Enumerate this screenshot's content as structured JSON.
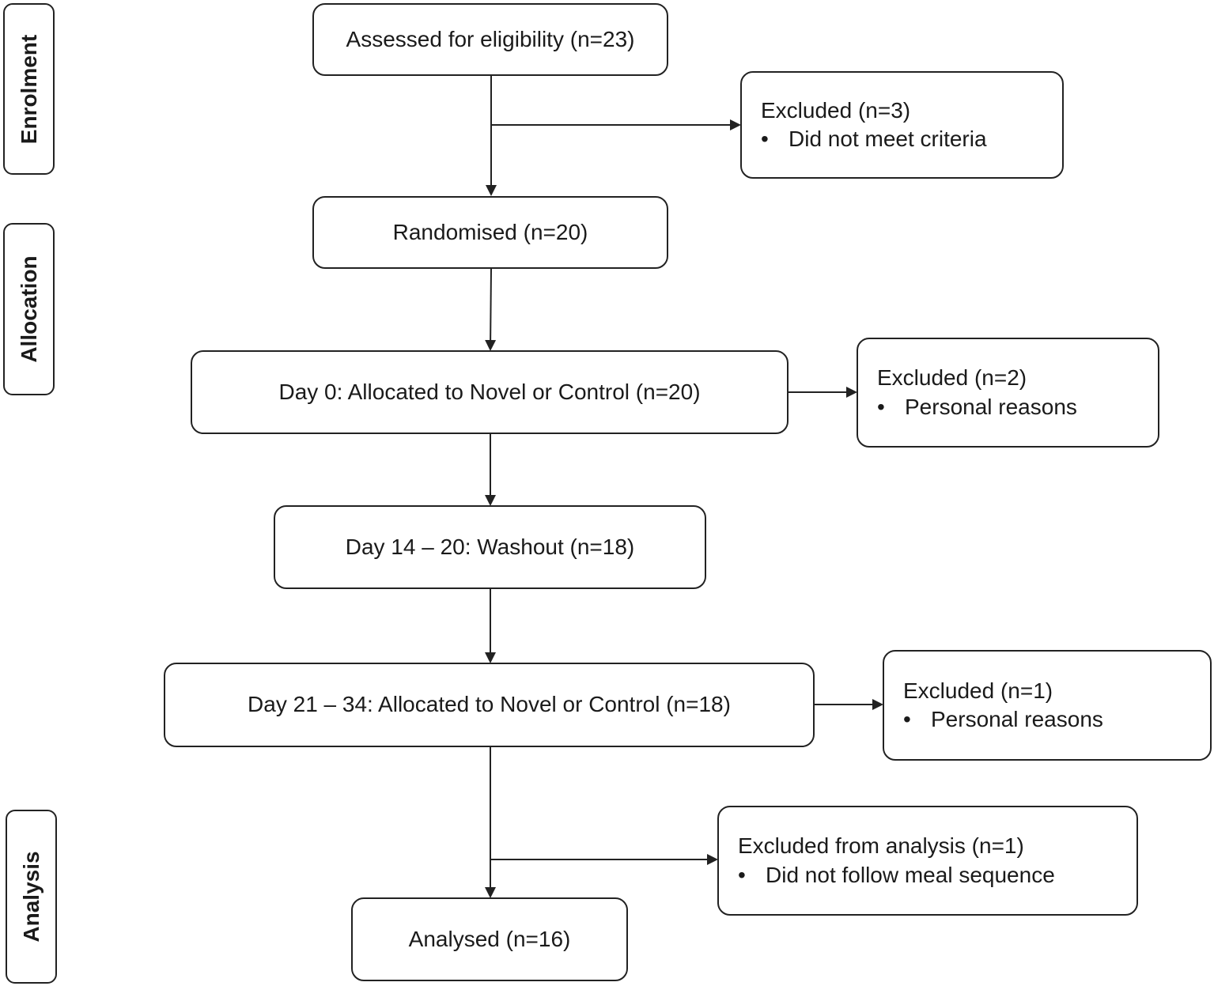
{
  "stages": {
    "enrolment": "Enrolment",
    "allocation": "Allocation",
    "analysis": "Analysis"
  },
  "main_flow": {
    "assessed": "Assessed for eligibility (n=23)",
    "randomised": "Randomised (n=20)",
    "day0": "Day 0: Allocated to Novel or Control (n=20)",
    "washout": "Day 14 – 20: Washout (n=18)",
    "day21": "Day 21 – 34: Allocated to Novel or Control (n=18)",
    "analysed": "Analysed (n=16)"
  },
  "exclusions": {
    "enrolment": {
      "title": "Excluded (n=3)",
      "reason": "Did not meet criteria"
    },
    "day0": {
      "title": "Excluded (n=2)",
      "reason": "Personal reasons"
    },
    "day21": {
      "title": "Excluded (n=1)",
      "reason": "Personal reasons"
    },
    "analysis": {
      "title": "Excluded from analysis (n=1)",
      "reason": "Did not follow meal sequence"
    }
  },
  "bullet_symbol": "•"
}
